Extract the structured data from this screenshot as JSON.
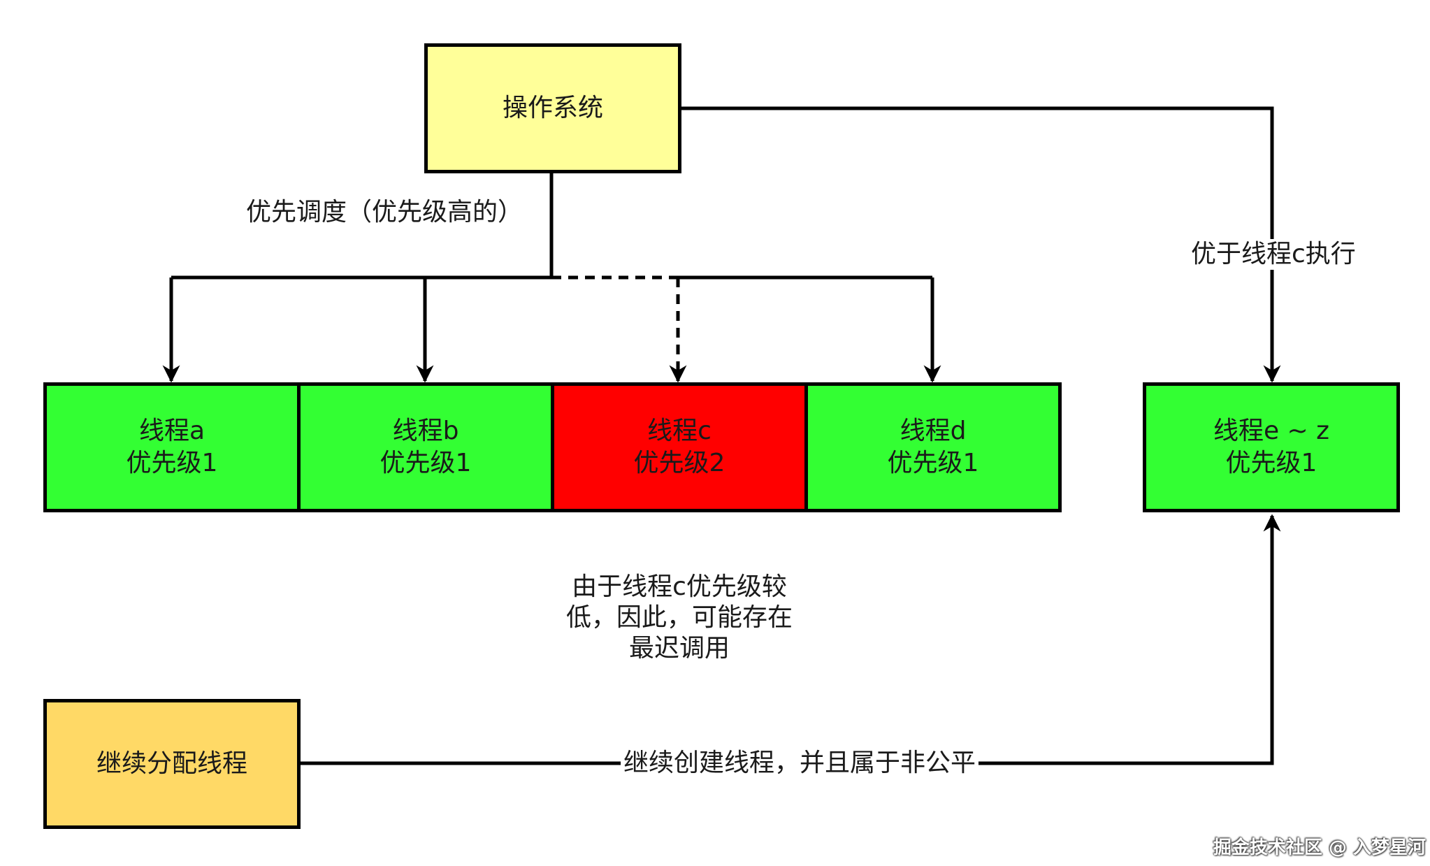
{
  "colors": {
    "os_box": "#ffff99",
    "normal_thread": "#33ff33",
    "low_priority_thread": "#ff0000",
    "continue_box": "#ffd966",
    "stroke": "#000000"
  },
  "nodes": {
    "os": {
      "label": "操作系统"
    },
    "thread_a": {
      "name": "线程a",
      "priority": "优先级1"
    },
    "thread_b": {
      "name": "线程b",
      "priority": "优先级1"
    },
    "thread_c": {
      "name": "线程c",
      "priority": "优先级2"
    },
    "thread_d": {
      "name": "线程d",
      "priority": "优先级1"
    },
    "thread_ez": {
      "name": "线程e ~ z",
      "priority": "优先级1"
    },
    "continue": {
      "label": "继续分配线程"
    }
  },
  "edge_labels": {
    "priority_schedule": "优先调度（优先级高的）",
    "before_c": "优于线程c执行",
    "note_c": [
      "由于线程c优先级较",
      "低，因此，可能存在",
      "最迟调用"
    ],
    "continue_create": "继续创建线程，并且属于非公平"
  },
  "watermark": "掘金技术社区 @ 入梦星河"
}
